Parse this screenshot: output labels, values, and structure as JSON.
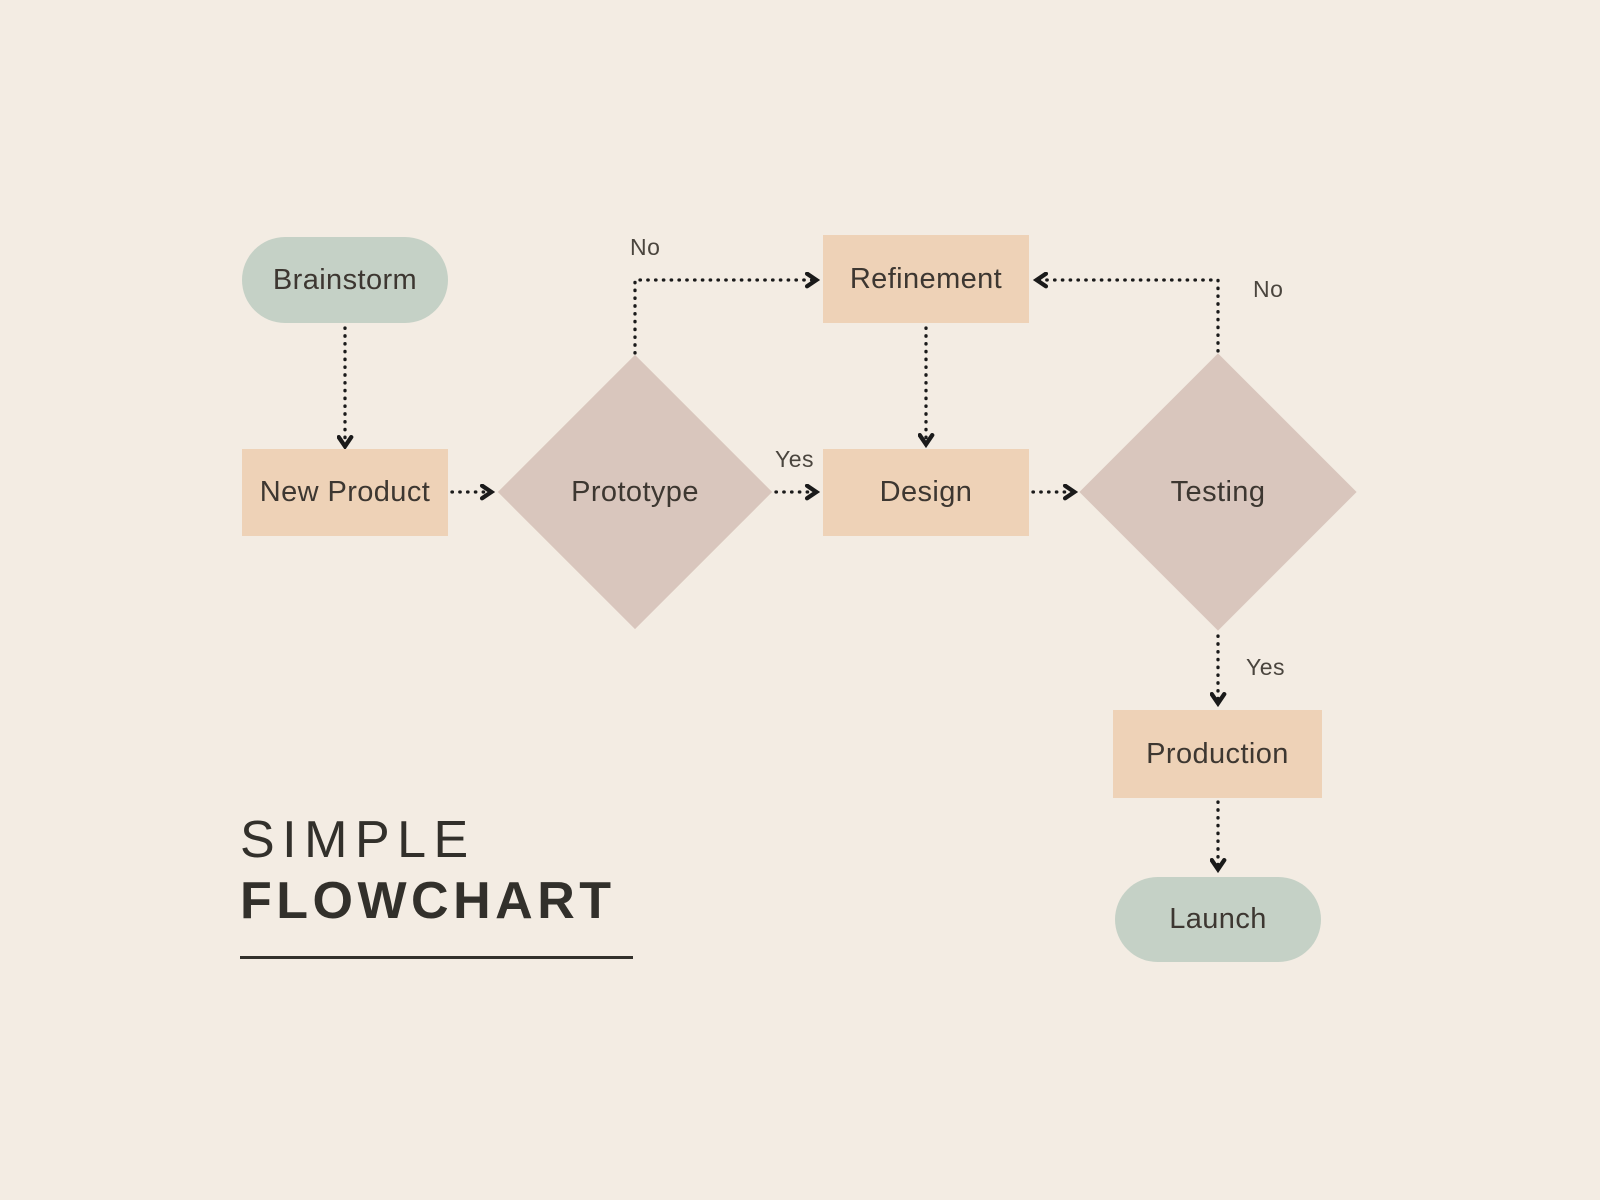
{
  "title": {
    "line1": "SIMPLE",
    "line2": "FLOWCHART"
  },
  "colors": {
    "background": "#f3ece3",
    "terminal": "#c5d1c6",
    "process": "#eed2b7",
    "decision": "#d9c6bd",
    "node-text": "#3d3731",
    "edge-label": "#4a453e",
    "line": "#1a1a1a",
    "title-text": "#32302b"
  },
  "nodes": [
    {
      "id": "brainstorm",
      "label": "Brainstorm",
      "shape": "rounded",
      "role": "start"
    },
    {
      "id": "new-product",
      "label": "New Product",
      "shape": "rectangle",
      "role": "process"
    },
    {
      "id": "prototype",
      "label": "Prototype",
      "shape": "diamond",
      "role": "decision"
    },
    {
      "id": "refinement",
      "label": "Refinement",
      "shape": "rectangle",
      "role": "process"
    },
    {
      "id": "design",
      "label": "Design",
      "shape": "rectangle",
      "role": "process"
    },
    {
      "id": "testing",
      "label": "Testing",
      "shape": "diamond",
      "role": "decision"
    },
    {
      "id": "production",
      "label": "Production",
      "shape": "rectangle",
      "role": "process"
    },
    {
      "id": "launch",
      "label": "Launch",
      "shape": "rounded",
      "role": "end"
    }
  ],
  "edges": [
    {
      "from": "brainstorm",
      "to": "new-product",
      "label": ""
    },
    {
      "from": "new-product",
      "to": "prototype",
      "label": ""
    },
    {
      "from": "prototype",
      "to": "refinement",
      "label": "No"
    },
    {
      "from": "prototype",
      "to": "design",
      "label": "Yes"
    },
    {
      "from": "refinement",
      "to": "design",
      "label": ""
    },
    {
      "from": "design",
      "to": "testing",
      "label": ""
    },
    {
      "from": "testing",
      "to": "refinement",
      "label": "No"
    },
    {
      "from": "testing",
      "to": "production",
      "label": "Yes"
    },
    {
      "from": "production",
      "to": "launch",
      "label": ""
    }
  ]
}
